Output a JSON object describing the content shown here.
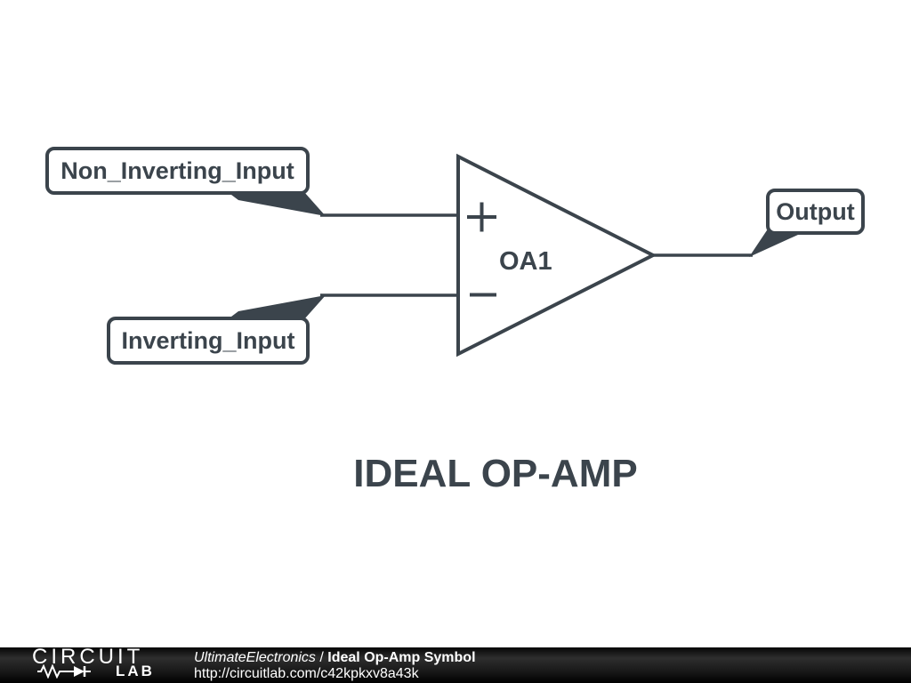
{
  "colors": {
    "ink": "#3b444c",
    "background": "#ffffff",
    "footer_text": "#ffffff"
  },
  "schematic": {
    "caption": "IDEAL OP-AMP",
    "opamp": {
      "designator": "OA1",
      "plus_symbol": "+",
      "minus_symbol": "−"
    },
    "flags": [
      {
        "id": "non_inverting",
        "text": "Non_Inverting_Input"
      },
      {
        "id": "inverting",
        "text": "Inverting_Input"
      },
      {
        "id": "output",
        "text": "Output"
      }
    ]
  },
  "footer": {
    "logo_line1": "CIRCUIT",
    "logo_line2": "LAB",
    "author": "UltimateElectronics",
    "separator": " / ",
    "title": "Ideal Op-Amp Symbol",
    "url": "http://circuitlab.com/c42kpkxv8a43k"
  }
}
